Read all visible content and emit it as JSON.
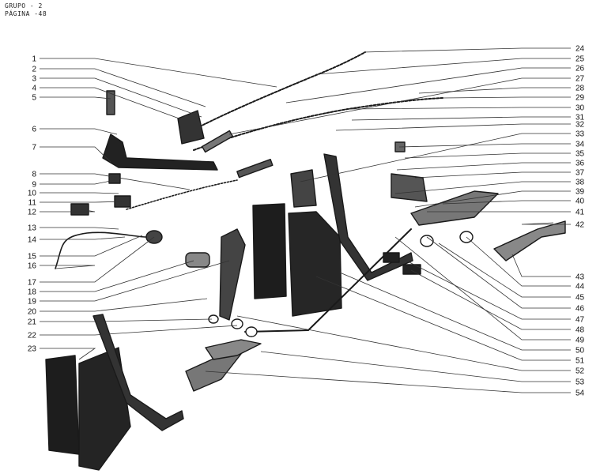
{
  "header": {
    "group": "GRUPO - 2",
    "page": "PÁGINA -48"
  },
  "callouts_left": [
    "1",
    "2",
    "3",
    "4",
    "5",
    "6",
    "7",
    "8",
    "9",
    "10",
    "11",
    "12",
    "13",
    "14",
    "15",
    "16",
    "17",
    "18",
    "19",
    "20",
    "21",
    "22",
    "23"
  ],
  "callouts_right": [
    "24",
    "25",
    "26",
    "27",
    "28",
    "29",
    "30",
    "31",
    "32",
    "33",
    "34",
    "35",
    "36",
    "37",
    "38",
    "39",
    "40",
    "41",
    "42",
    "43",
    "44",
    "45",
    "46",
    "47",
    "48",
    "49",
    "50",
    "51",
    "52",
    "53",
    "54"
  ],
  "colors": {
    "ink": "#1a1a1a",
    "paper": "#ffffff",
    "leader": "#333333"
  }
}
